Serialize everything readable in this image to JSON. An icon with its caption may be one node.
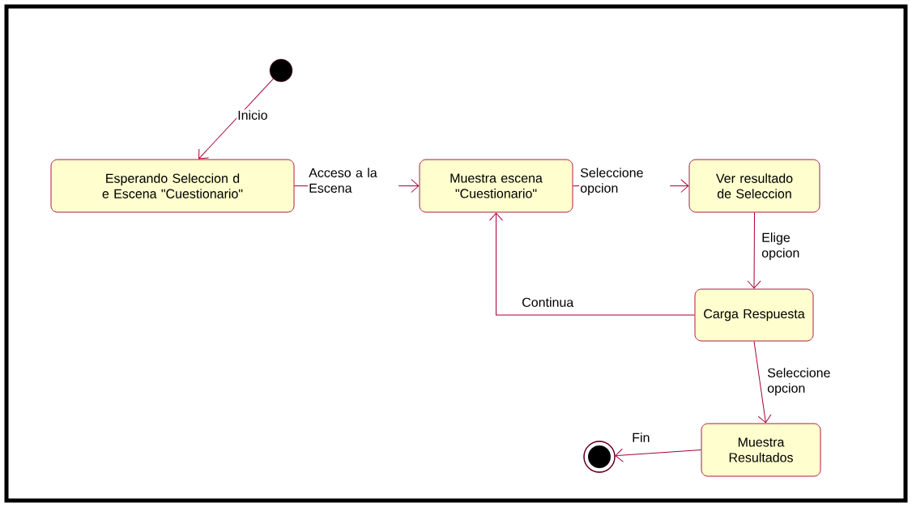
{
  "diagram": {
    "nodes": [
      {
        "text": [],
        "shape": "circle"
      },
      {
        "text": [
          "Esperando Seleccion d e Escena \"Cuestionario\""
        ]
      },
      {
        "text": [
          "Muestra escena \"Cuestionario\""
        ]
      },
      {
        "text": [
          "Ver resultado de Seleccion"
        ]
      },
      {
        "text": [
          "Carga Respuesta"
        ]
      },
      {
        "text": [
          "Muestra Resultados"
        ]
      },
      {
        "text": [],
        "shape": "bullseye"
      }
    ],
    "edges": [
      {
        "from": 0,
        "to": 1,
        "arrow": "to",
        "label": "Inicio"
      },
      {
        "from": 1,
        "to": 2,
        "arrow": "to",
        "label": "Acceso a la Escena"
      },
      {
        "from": 2,
        "to": 3,
        "arrow": "to",
        "label": "Seleccione opcion"
      },
      {
        "from": 3,
        "to": 4,
        "arrow": "to",
        "label": "Elige opcion"
      },
      {
        "from": 4,
        "to": 2,
        "arrow": "to",
        "label": "Continua"
      },
      {
        "from": 4,
        "to": 5,
        "arrow": "to",
        "label": "Seleccione opcion"
      },
      {
        "from": 5,
        "to": 6,
        "arrow": "to",
        "label": "Fin"
      }
    ]
  }
}
